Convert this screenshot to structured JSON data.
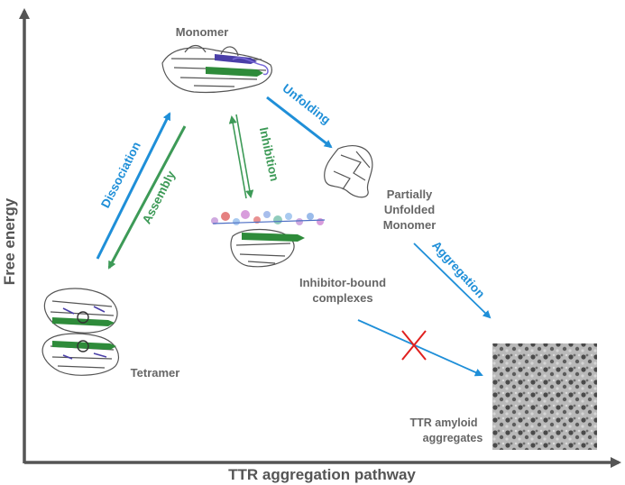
{
  "axes": {
    "y_label": "Free energy",
    "x_label": "TTR aggregation pathway"
  },
  "states": {
    "monomer": "Monomer",
    "partially_unfolded": [
      "Partially",
      "Unfolded",
      "Monomer"
    ],
    "inhibitor_bound": [
      "Inhibitor-bound",
      "complexes"
    ],
    "tetramer": "Tetramer",
    "amyloid": [
      "TTR amyloid",
      "aggregates"
    ]
  },
  "transitions": {
    "dissociation": "Dissociation",
    "assembly": "Assembly",
    "inhibition": "Inhibition",
    "unfolding": "Unfolding",
    "aggregation": "Aggregation"
  },
  "colors": {
    "blue_arrow": "#1f8fd8",
    "green_arrow": "#3d9a57",
    "blocked_mark": "#e0201e",
    "axis": "#555555",
    "label_gray": "#666666"
  }
}
